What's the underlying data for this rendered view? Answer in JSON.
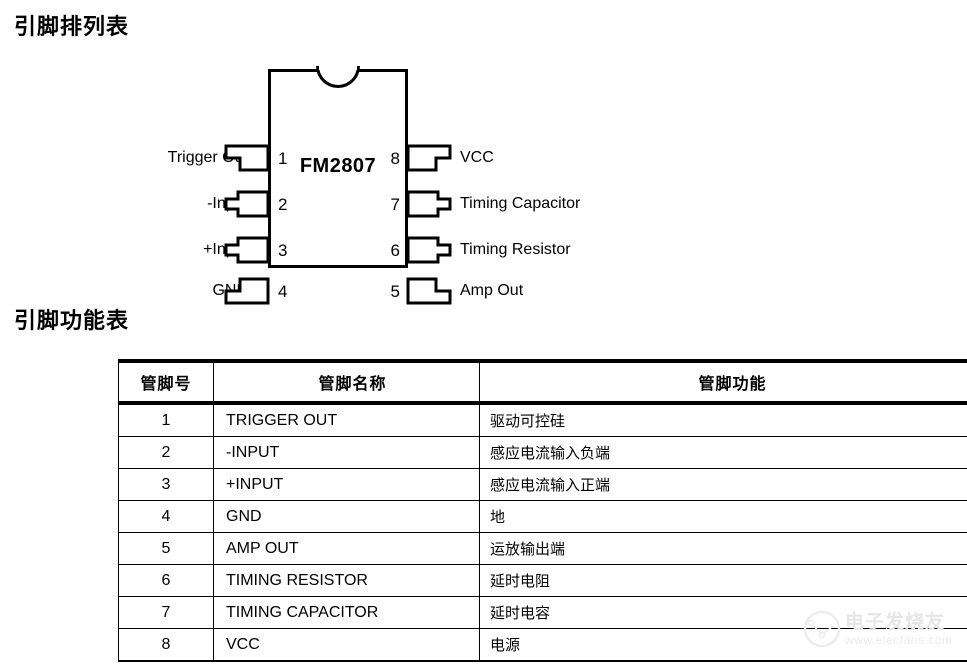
{
  "headings": {
    "pinout": "引脚排列表",
    "function": "引脚功能表"
  },
  "chip": {
    "part_number": "FM2807",
    "notch_icon": "chip-notch-semicircle",
    "left_pins": [
      {
        "number": "1",
        "label": "Trigger Out",
        "lead_icon": "pin-lead-step-down"
      },
      {
        "number": "2",
        "label": "-Input",
        "lead_icon": "pin-lead-notch"
      },
      {
        "number": "3",
        "label": "+Input",
        "lead_icon": "pin-lead-notch"
      },
      {
        "number": "4",
        "label": "GND",
        "lead_icon": "pin-lead-step-up"
      }
    ],
    "right_pins": [
      {
        "number": "8",
        "label": "VCC",
        "lead_icon": "pin-lead-step-down"
      },
      {
        "number": "7",
        "label": "Timing Capacitor",
        "lead_icon": "pin-lead-notch"
      },
      {
        "number": "6",
        "label": "Timing Resistor",
        "lead_icon": "pin-lead-notch"
      },
      {
        "number": "5",
        "label": "Amp Out",
        "lead_icon": "pin-lead-step-up"
      }
    ]
  },
  "table": {
    "headers": [
      "管脚号",
      "管脚名称",
      "管脚功能"
    ],
    "rows": [
      {
        "num": "1",
        "name": "TRIGGER OUT",
        "func": "驱动可控硅"
      },
      {
        "num": "2",
        "name": "-INPUT",
        "func": "感应电流输入负端"
      },
      {
        "num": "3",
        "name": "+INPUT",
        "func": "感应电流输入正端"
      },
      {
        "num": "4",
        "name": "GND",
        "func": "地"
      },
      {
        "num": "5",
        "name": "AMP OUT",
        "func": "运放输出端"
      },
      {
        "num": "6",
        "name": "TIMING RESISTOR",
        "func": "延时电阻"
      },
      {
        "num": "7",
        "name": "TIMING CAPACITOR",
        "func": "延时电容"
      },
      {
        "num": "8",
        "name": "VCC",
        "func": "电源"
      }
    ]
  },
  "watermark": {
    "brand": "电子发烧友",
    "url": "www.elecfans.com",
    "logo_icon": "elecfans-circle-logo"
  },
  "colors": {
    "outline": "#000000",
    "background": "#ffffff",
    "watermark_text": "#e6e6e6"
  }
}
